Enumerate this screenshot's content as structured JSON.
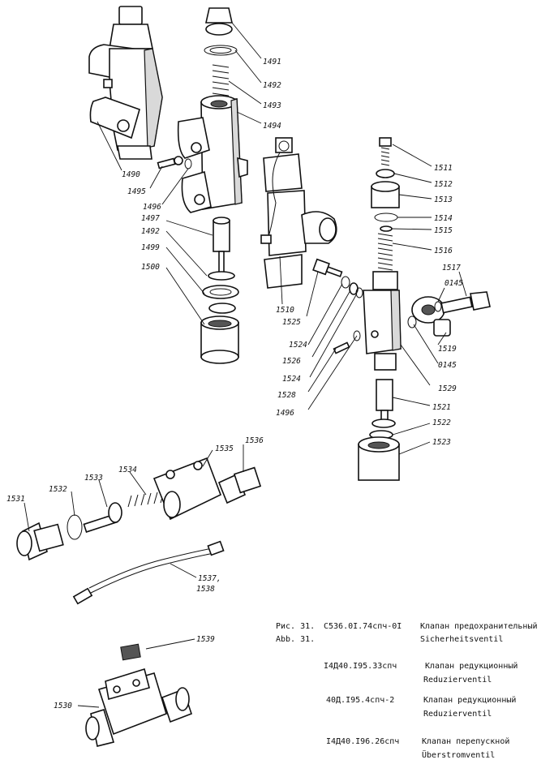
{
  "labels": {
    "l1491": "1491",
    "l1492a": "1492",
    "l1493": "1493",
    "l1494": "1494",
    "l1490": "1490",
    "l1495": "1495",
    "l1496a": "1496",
    "l1497": "1497",
    "l1492b": "1492",
    "l1499": "1499",
    "l1500": "1500",
    "l1510": "1510",
    "l1525": "1525",
    "l1524a": "1524",
    "l1526": "1526",
    "l1524b": "1524",
    "l1528": "1528",
    "l1496b": "1496",
    "l1511": "1511",
    "l1512": "1512",
    "l1513": "1513",
    "l1514": "1514",
    "l1515": "1515",
    "l1516": "1516",
    "l1517": "1517",
    "l0145a": "0145",
    "l1519": "1519",
    "l0145b": "0145",
    "l1529": "1529",
    "l1521": "1521",
    "l1522": "1522",
    "l1523": "1523",
    "l1531": "1531",
    "l1532": "1532",
    "l1533": "1533",
    "l1534": "1534",
    "l1535": "1535",
    "l1536": "1536",
    "l1537": "1537,",
    "l1538": "1538",
    "l1539": "1539",
    "l1530": "1530"
  },
  "caption": {
    "fig_ru": "Рис. 31.",
    "fig_de": "Abb. 31.",
    "rows": [
      {
        "code": "С536.0I.74спч-0I",
        "ru": "Клапан предохранительный",
        "de": "Sicherheitsventil"
      },
      {
        "code": "I4Д40.I95.33спч",
        "ru": "Клапан редукционный",
        "de": "Reduzierventil"
      },
      {
        "code": "40Д.I95.4спч-2",
        "ru": "Клапан редукционный",
        "de": "Reduzierventil"
      },
      {
        "code": "I4Д40.I96.26спч",
        "ru": "Клапан перепускной",
        "de": "Überstromventil"
      }
    ]
  }
}
